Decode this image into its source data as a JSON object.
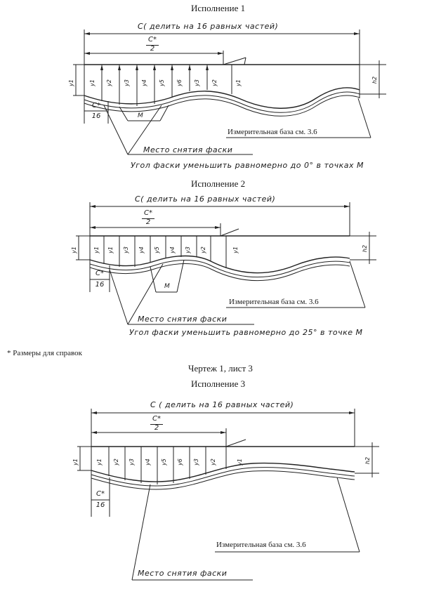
{
  "drawing": {
    "variant1": {
      "title": "Исполнение 1",
      "dim_c": "C( делить на 16 равных частей)",
      "half_num": "C*",
      "half_den": "2",
      "sixteenth_num": "C*",
      "sixteenth_den": "16",
      "y_labels": [
        "y1",
        "y2",
        "y3",
        "y4",
        "y5",
        "y6",
        "y3",
        "y2",
        "y1"
      ],
      "h2": "h2",
      "point_m": "M",
      "base_note": "Измерительная база см. 3.6",
      "chamfer_place": "Место снятия фаски",
      "chamfer_angle": "Угол фаски уменьшить равномерно до 0° в точках M"
    },
    "variant2": {
      "title": "Исполнение 2",
      "dim_c": "C( делить на 16 равных частей)",
      "half_num": "C*",
      "half_den": "2",
      "sixteenth_num": "C*",
      "sixteenth_den": "16",
      "y_labels": [
        "y1",
        "y1",
        "y3",
        "y4",
        "y5",
        "y4",
        "y3",
        "y2",
        "y1"
      ],
      "h2": "h2",
      "point_m": "M",
      "base_note": "Измерительная база см. 3.6",
      "chamfer_place": "Место снятия фаски",
      "chamfer_angle": "Угол фаски уменьшить равномерно до 25° в точке M"
    },
    "reference_note": "* Размеры для справок",
    "sheet_label": "Чертеж 1, лист 3",
    "variant3": {
      "title": "Исполнение 3",
      "dim_c": "C ( делить на 16 равных частей)",
      "half_num": "C*",
      "half_den": "2",
      "sixteenth_num": "C*",
      "sixteenth_den": "16",
      "y_labels": [
        "y1",
        "y2",
        "y3",
        "y4",
        "y5",
        "y6",
        "y3",
        "y2",
        "y1"
      ],
      "h2": "h2",
      "base_note": "Измерительная база см. 3.6",
      "chamfer_place": "Место снятия фаски"
    }
  }
}
